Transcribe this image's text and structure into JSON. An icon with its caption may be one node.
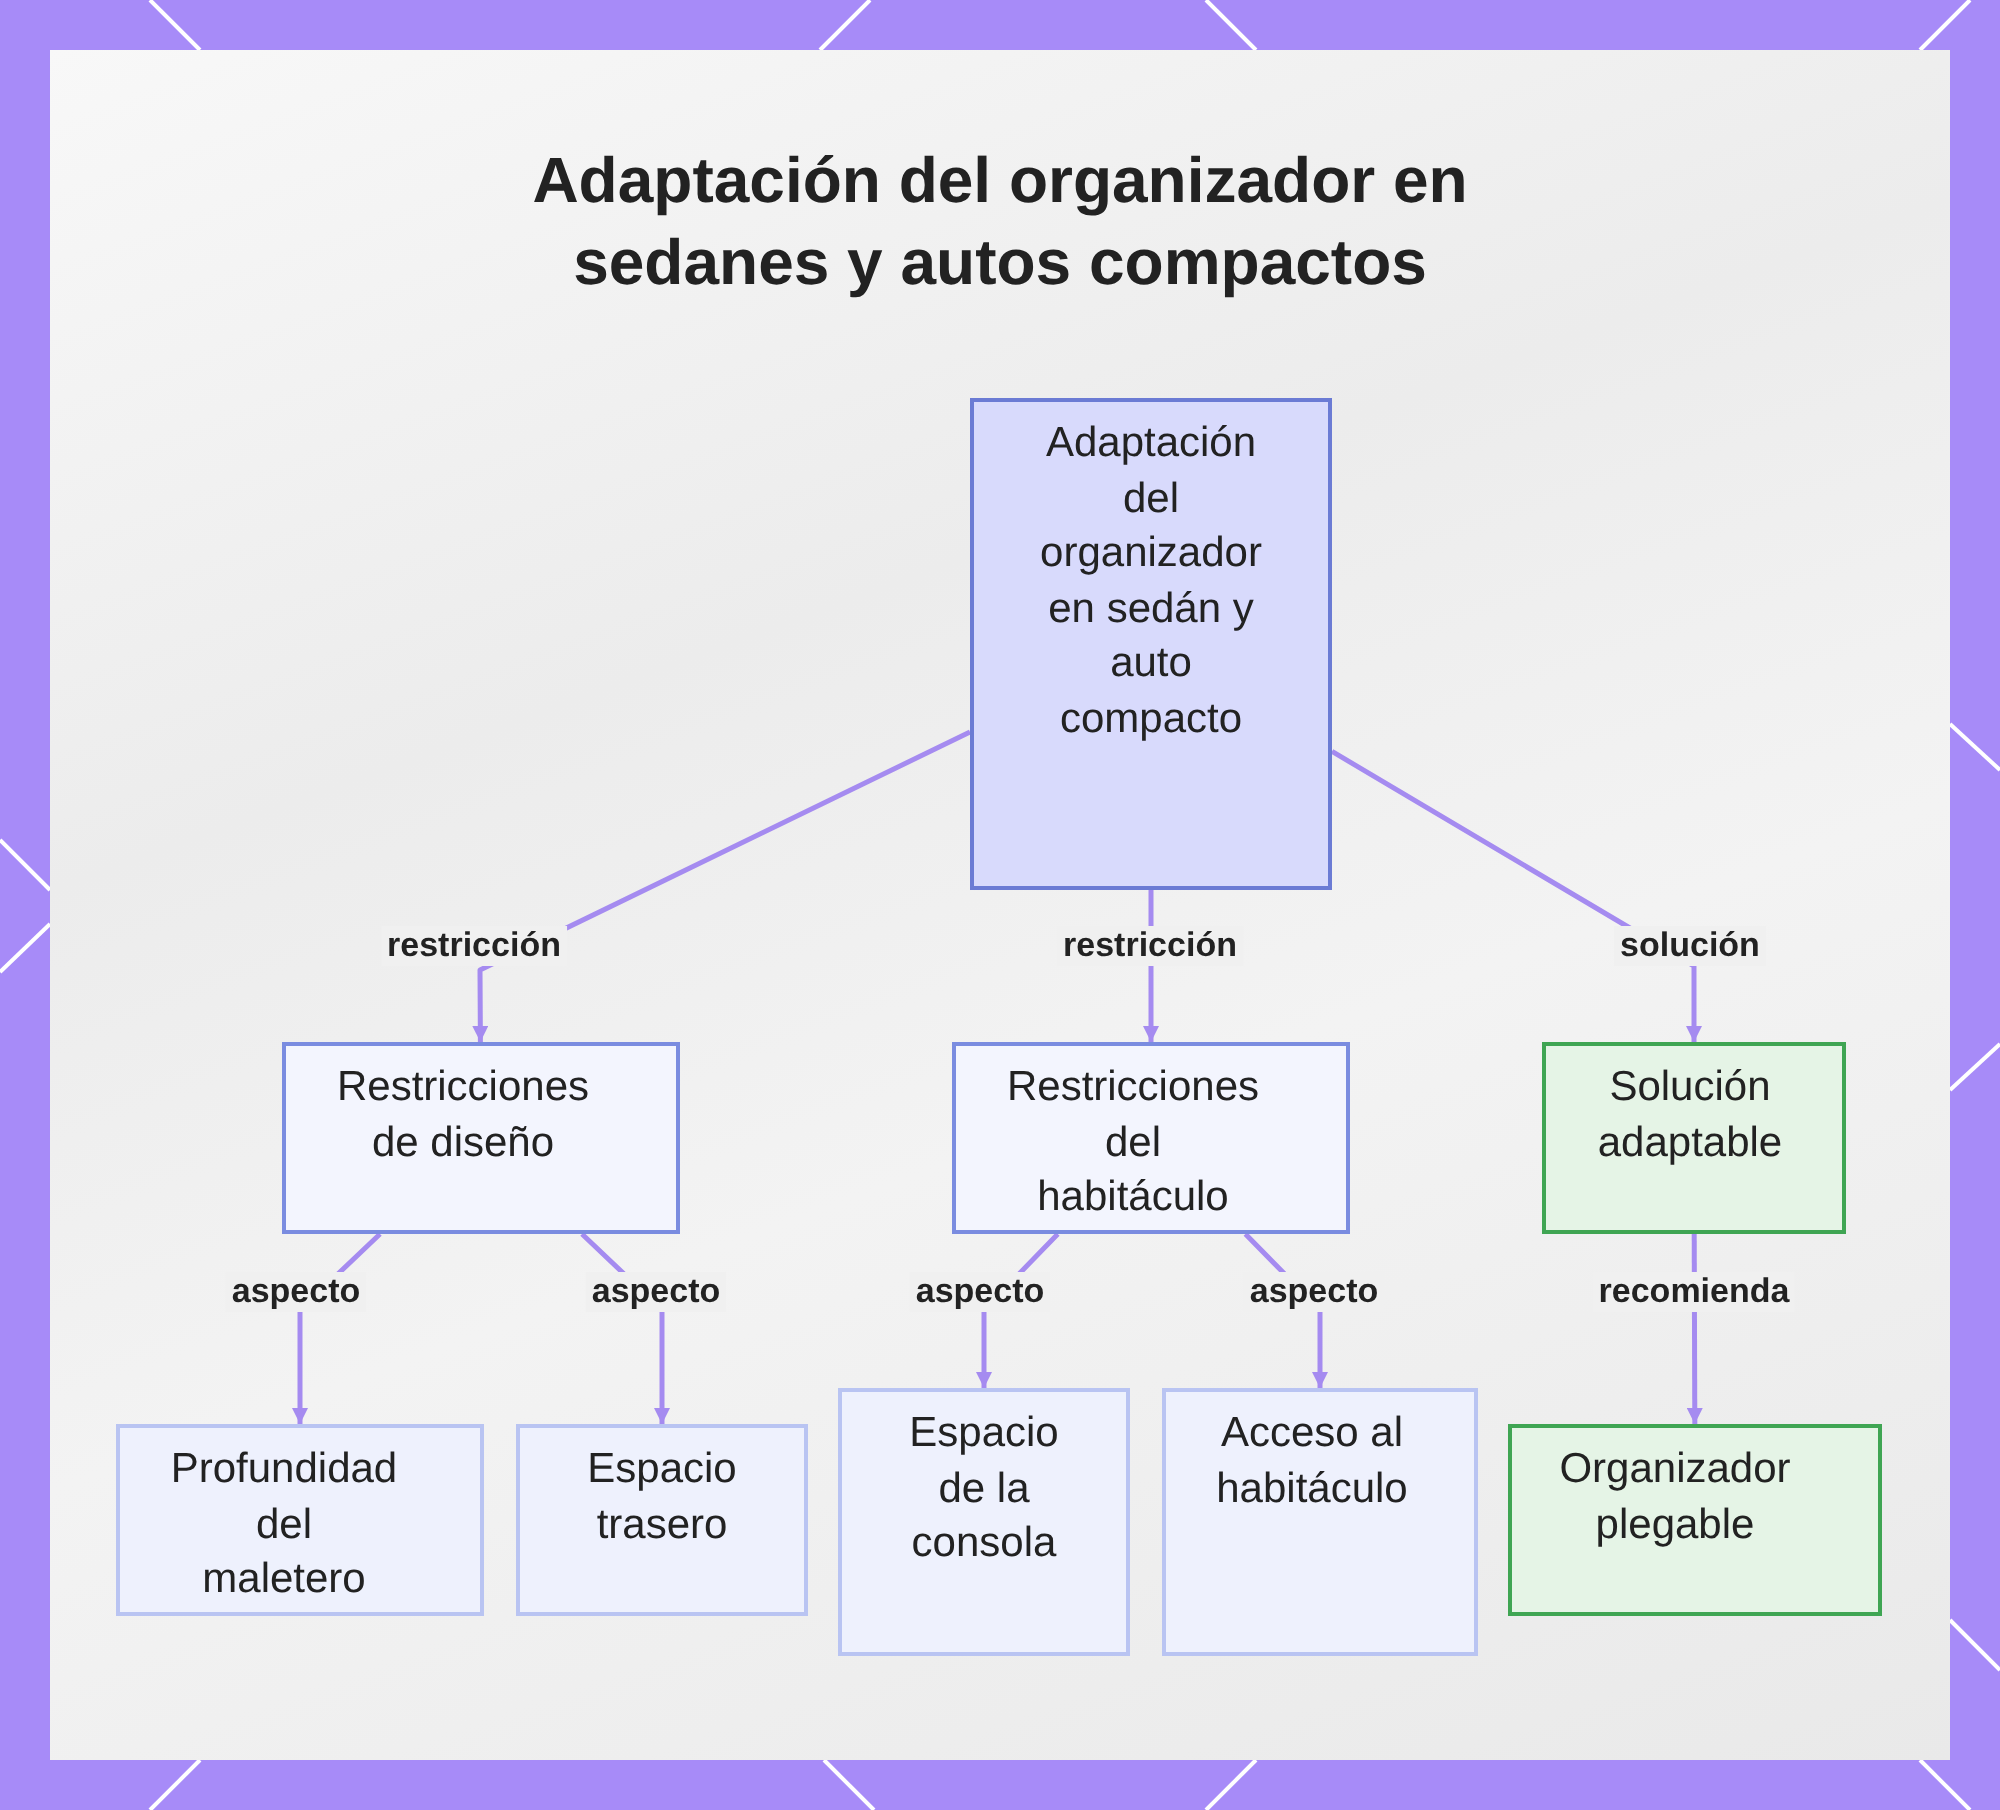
{
  "diagram": {
    "title": "Adaptación del organizador en sedanes y autos compactos",
    "nodes": [
      {
        "text": [
          "Adaptación del organizador en sedán y auto compacto"
        ]
      },
      {
        "text": [
          "Restricciones de diseño"
        ]
      },
      {
        "text": [
          "Restricciones del habitáculo"
        ]
      },
      {
        "text": [
          "Solución adaptable"
        ]
      },
      {
        "text": [
          "Profundidad del maletero"
        ]
      },
      {
        "text": [
          "Espacio trasero"
        ]
      },
      {
        "text": [
          "Espacio de la consola"
        ]
      },
      {
        "text": [
          "Acceso al habitáculo"
        ]
      },
      {
        "text": [
          "Organizador plegable"
        ]
      }
    ],
    "edges": [
      {
        "from": 0,
        "to": 1,
        "arrow": "to",
        "label": "restricción"
      },
      {
        "from": 0,
        "to": 2,
        "arrow": "to",
        "label": "restricción"
      },
      {
        "from": 0,
        "to": 3,
        "arrow": "to",
        "label": "solución"
      },
      {
        "from": 1,
        "to": 4,
        "arrow": "to",
        "label": "aspecto"
      },
      {
        "from": 1,
        "to": 5,
        "arrow": "to",
        "label": "aspecto"
      },
      {
        "from": 2,
        "to": 6,
        "arrow": "to",
        "label": "aspecto"
      },
      {
        "from": 2,
        "to": 7,
        "arrow": "to",
        "label": "aspecto"
      },
      {
        "from": 3,
        "to": 8,
        "arrow": "to",
        "label": "recomienda"
      }
    ]
  }
}
